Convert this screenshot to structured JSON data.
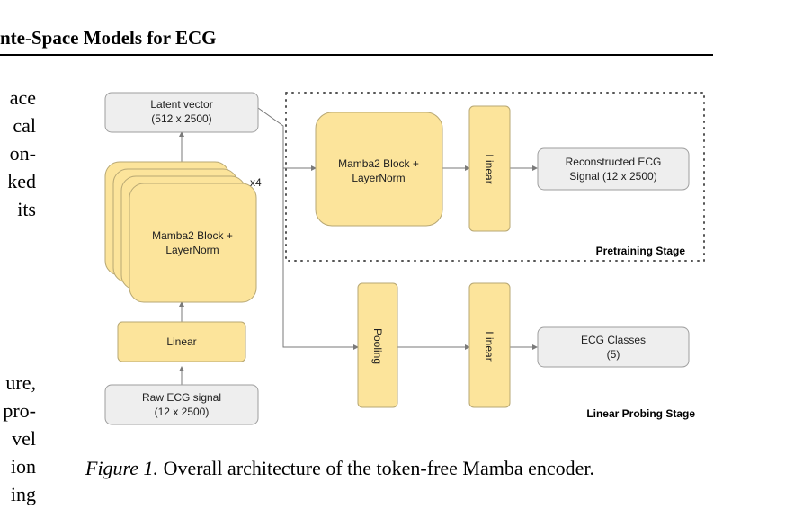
{
  "header": {
    "running_title": "nte-Space Models for ECG"
  },
  "body_text_fragments": [
    "ace",
    "cal",
    "on-",
    "ked",
    "its",
    "ure,",
    "pro-",
    "vel",
    "ion",
    "ing"
  ],
  "figure": {
    "nodes": {
      "latent_vector": [
        "Latent vector",
        "(512 x 2500)"
      ],
      "mamba_stack": [
        "Mamba2 Block +",
        "LayerNorm"
      ],
      "repeat_count": "x4",
      "linear_input": "Linear",
      "raw_ecg": [
        "Raw ECG signal",
        "(12 x 2500)"
      ],
      "pretrain_mamba": [
        "Mamba2 Block +",
        "LayerNorm"
      ],
      "pretrain_linear": "Linear",
      "reconstructed": [
        "Reconstructed ECG",
        "Signal (12 x 2500)"
      ],
      "pooling": "Pooling",
      "probe_linear": "Linear",
      "ecg_classes": [
        "ECG Classes",
        "(5)"
      ]
    },
    "stages": {
      "pretraining": "Pretraining Stage",
      "linear_probing": "Linear Probing Stage"
    },
    "colors": {
      "block_fill": "#fce49b",
      "gray_fill": "#eeeeee"
    }
  },
  "caption": {
    "label": "Figure 1.",
    "text": " Overall architecture of the token-free Mamba encoder."
  }
}
